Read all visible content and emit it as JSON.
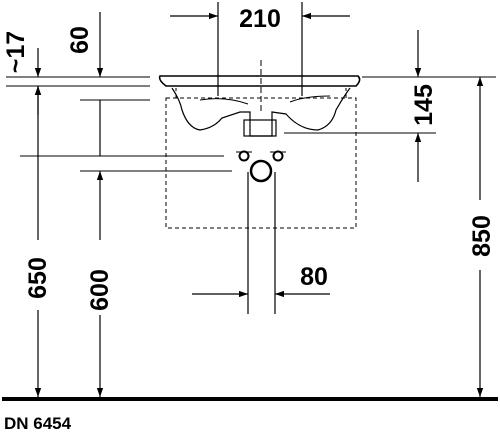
{
  "drawing": {
    "reference": "DN 6454",
    "dimensions": {
      "overflow_height": "~17",
      "rim_to_top_offset": "60",
      "basin_depth": "145",
      "tap_hole_spacing": "210",
      "waste_outlet_width": "80",
      "rim_height_650": "650",
      "rim_height_600": "600",
      "total_height": "850"
    }
  }
}
